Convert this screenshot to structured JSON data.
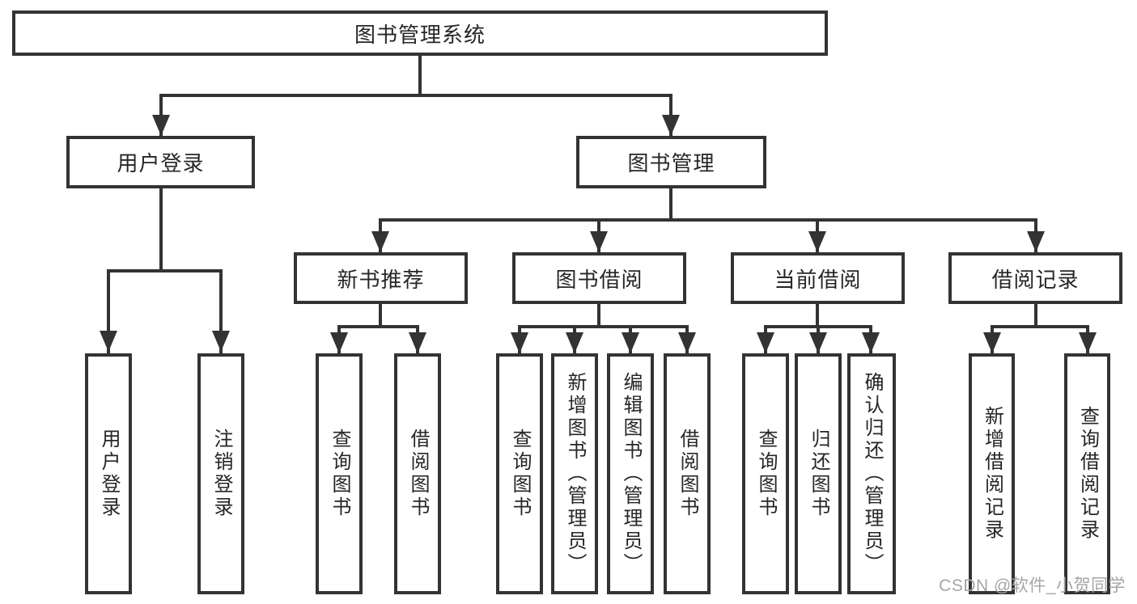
{
  "diagram": {
    "title": "图书管理系统",
    "branches": [
      {
        "label": "用户登录",
        "children": [
          {
            "label": "用户登录"
          },
          {
            "label": "注销登录"
          }
        ]
      },
      {
        "label": "图书管理",
        "children": [
          {
            "label": "新书推荐",
            "children": [
              {
                "label": "查询图书"
              },
              {
                "label": "借阅图书"
              }
            ]
          },
          {
            "label": "图书借阅",
            "children": [
              {
                "label": "查询图书"
              },
              {
                "label": "新增图书（管理员）"
              },
              {
                "label": "编辑图书（管理员）"
              },
              {
                "label": "借阅图书"
              }
            ]
          },
          {
            "label": "当前借阅",
            "children": [
              {
                "label": "查询图书"
              },
              {
                "label": "归还图书"
              },
              {
                "label": "确认归还（管理员）"
              }
            ]
          },
          {
            "label": "借阅记录",
            "children": [
              {
                "label": "新增借阅记录"
              },
              {
                "label": "查询借阅记录"
              }
            ]
          }
        ]
      }
    ]
  },
  "watermark": {
    "text": "CSDN @软件_小贺同学"
  },
  "colors": {
    "line": "#333333",
    "text": "#262626",
    "background": "#ffffff",
    "watermark": "#a6a6a6"
  }
}
